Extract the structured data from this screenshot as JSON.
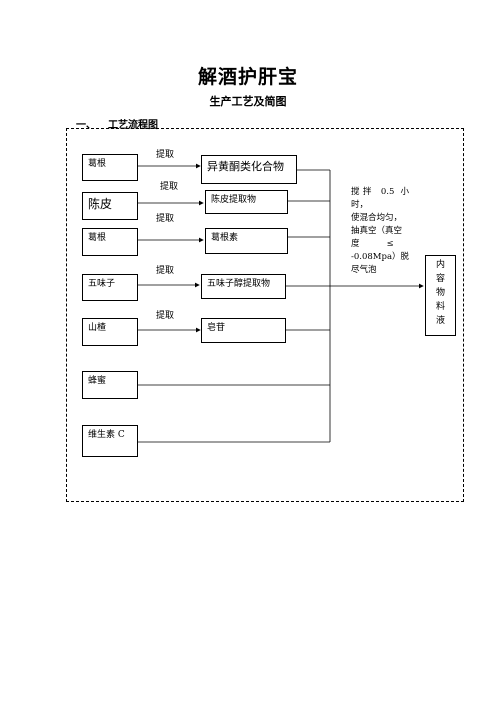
{
  "document": {
    "title": "解酒护肝宝",
    "subtitle": "生产工艺及简图",
    "section": {
      "number": "一、",
      "title": "工艺流程图"
    }
  },
  "flow": {
    "extract_label": "提取",
    "materials": [
      "葛根",
      "陈皮",
      "葛根",
      "五味子",
      "山楂",
      "蜂蜜",
      "维生素 C"
    ],
    "products": [
      "异黄酮类化合物",
      "陈皮提取物",
      "葛根素",
      "五味子醇提取物",
      "皂苷"
    ],
    "process_note": [
      "搅拌 0.5 小时，",
      "使混合均匀，",
      "抽真空（真空",
      "度          ≤",
      "-0.08Mpa）脱",
      "尽气泡"
    ],
    "result_chars": [
      "内",
      "容",
      "物",
      "料",
      "液"
    ]
  }
}
